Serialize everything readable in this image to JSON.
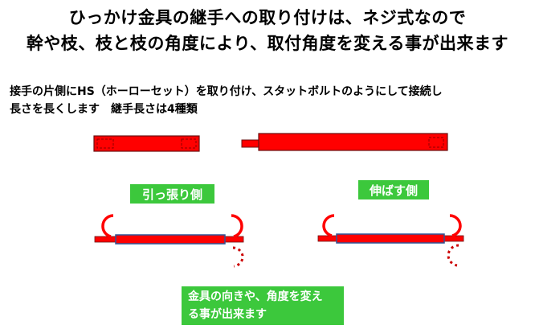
{
  "title_line1": "ひっかけ金具の継手への取り付けは、ネジ式なので",
  "title_line2": "幹や枝、枝と枝の角度により、取付角度を変える事が出来ます",
  "description_line1": "接手の片側にHS（ホーローセット）を取り付け、スタットボルトのようにして接続し",
  "description_line2": "長さを長くします　継手長さは4種類",
  "label_pull_side": "引っ張り側",
  "label_extend_side": "伸ばす側",
  "note_line1": "金具の向きや、角度を変え",
  "note_line2": "る事が出来ます",
  "colors": {
    "pipe_red": "#ff0000",
    "pipe_outline": "#6a1010",
    "inner_blue": "#2f5597",
    "label_green": "#3cc83c",
    "dashed_line": "#8b0000"
  }
}
